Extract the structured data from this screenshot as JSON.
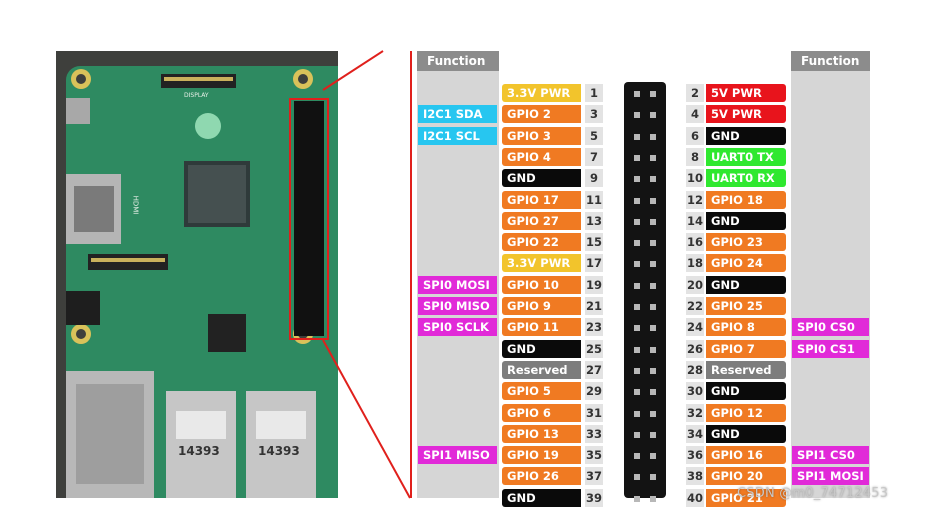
{
  "headers": {
    "left": "Function",
    "right": "Function"
  },
  "left_pins": [
    {
      "num": "1",
      "name": "3.3V PWR",
      "color": "#f2c42c",
      "func": "",
      "fcolor": ""
    },
    {
      "num": "3",
      "name": "GPIO 2",
      "color": "#f07a22",
      "func": "I2C1 SDA",
      "fcolor": "#27c6f0"
    },
    {
      "num": "5",
      "name": "GPIO 3",
      "color": "#f07a22",
      "func": "I2C1 SCL",
      "fcolor": "#27c6f0"
    },
    {
      "num": "7",
      "name": "GPIO 4",
      "color": "#f07a22",
      "func": "",
      "fcolor": ""
    },
    {
      "num": "9",
      "name": "GND",
      "color": "#0a0a0a",
      "func": "",
      "fcolor": ""
    },
    {
      "num": "11",
      "name": "GPIO 17",
      "color": "#f07a22",
      "func": "",
      "fcolor": ""
    },
    {
      "num": "13",
      "name": "GPIO 27",
      "color": "#f07a22",
      "func": "",
      "fcolor": ""
    },
    {
      "num": "15",
      "name": "GPIO 22",
      "color": "#f07a22",
      "func": "",
      "fcolor": ""
    },
    {
      "num": "17",
      "name": "3.3V PWR",
      "color": "#f2c42c",
      "func": "",
      "fcolor": ""
    },
    {
      "num": "19",
      "name": "GPIO 10",
      "color": "#f07a22",
      "func": "SPI0 MOSI",
      "fcolor": "#e12ad8"
    },
    {
      "num": "21",
      "name": "GPIO 9",
      "color": "#f07a22",
      "func": "SPI0 MISO",
      "fcolor": "#e12ad8"
    },
    {
      "num": "23",
      "name": "GPIO 11",
      "color": "#f07a22",
      "func": "SPI0 SCLK",
      "fcolor": "#e12ad8"
    },
    {
      "num": "25",
      "name": "GND",
      "color": "#0a0a0a",
      "func": "",
      "fcolor": ""
    },
    {
      "num": "27",
      "name": "Reserved",
      "color": "#7d7d7d",
      "func": "",
      "fcolor": ""
    },
    {
      "num": "29",
      "name": "GPIO 5",
      "color": "#f07a22",
      "func": "",
      "fcolor": ""
    },
    {
      "num": "31",
      "name": "GPIO 6",
      "color": "#f07a22",
      "func": "",
      "fcolor": ""
    },
    {
      "num": "33",
      "name": "GPIO 13",
      "color": "#f07a22",
      "func": "",
      "fcolor": ""
    },
    {
      "num": "35",
      "name": "GPIO 19",
      "color": "#f07a22",
      "func": "SPI1 MISO",
      "fcolor": "#e12ad8"
    },
    {
      "num": "37",
      "name": "GPIO 26",
      "color": "#f07a22",
      "func": "",
      "fcolor": ""
    },
    {
      "num": "39",
      "name": "GND",
      "color": "#0a0a0a",
      "func": "",
      "fcolor": ""
    }
  ],
  "right_pins": [
    {
      "num": "2",
      "name": "5V PWR",
      "color": "#e8141c",
      "func": "",
      "fcolor": ""
    },
    {
      "num": "4",
      "name": "5V PWR",
      "color": "#e8141c",
      "func": "",
      "fcolor": ""
    },
    {
      "num": "6",
      "name": "GND",
      "color": "#0a0a0a",
      "func": "",
      "fcolor": ""
    },
    {
      "num": "8",
      "name": "UART0 TX",
      "color": "#2fe82f",
      "func": "",
      "fcolor": ""
    },
    {
      "num": "10",
      "name": "UART0 RX",
      "color": "#2fe82f",
      "func": "",
      "fcolor": ""
    },
    {
      "num": "12",
      "name": "GPIO 18",
      "color": "#f07a22",
      "func": "",
      "fcolor": ""
    },
    {
      "num": "14",
      "name": "GND",
      "color": "#0a0a0a",
      "func": "",
      "fcolor": ""
    },
    {
      "num": "16",
      "name": "GPIO 23",
      "color": "#f07a22",
      "func": "",
      "fcolor": ""
    },
    {
      "num": "18",
      "name": "GPIO 24",
      "color": "#f07a22",
      "func": "",
      "fcolor": ""
    },
    {
      "num": "20",
      "name": "GND",
      "color": "#0a0a0a",
      "func": "",
      "fcolor": ""
    },
    {
      "num": "22",
      "name": "GPIO 25",
      "color": "#f07a22",
      "func": "",
      "fcolor": ""
    },
    {
      "num": "24",
      "name": "GPIO 8",
      "color": "#f07a22",
      "func": "SPI0 CS0",
      "fcolor": "#e12ad8"
    },
    {
      "num": "26",
      "name": "GPIO 7",
      "color": "#f07a22",
      "func": "SPI0 CS1",
      "fcolor": "#e12ad8"
    },
    {
      "num": "28",
      "name": "Reserved",
      "color": "#7d7d7d",
      "func": "",
      "fcolor": ""
    },
    {
      "num": "30",
      "name": "GND",
      "color": "#0a0a0a",
      "func": "",
      "fcolor": ""
    },
    {
      "num": "32",
      "name": "GPIO 12",
      "color": "#f07a22",
      "func": "",
      "fcolor": ""
    },
    {
      "num": "34",
      "name": "GND",
      "color": "#0a0a0a",
      "func": "",
      "fcolor": ""
    },
    {
      "num": "36",
      "name": "GPIO 16",
      "color": "#f07a22",
      "func": "SPI1 CS0",
      "fcolor": "#e12ad8"
    },
    {
      "num": "38",
      "name": "GPIO 20",
      "color": "#f07a22",
      "func": "SPI1 MOSI",
      "fcolor": "#e12ad8"
    },
    {
      "num": "40",
      "name": "GPIO 21",
      "color": "#f07a22",
      "func": "",
      "fcolor": ""
    }
  ],
  "board_labels": {
    "display": "DISPLAY",
    "hdmi": "HDMI",
    "usb_left": "14393",
    "usb_right": "14393"
  },
  "watermark": "CSDN @m0_74712453",
  "colors": {
    "zoom_line": "#e0201c",
    "function_bg": "#d6d6d6",
    "header_bg": "#8c8c8c"
  }
}
